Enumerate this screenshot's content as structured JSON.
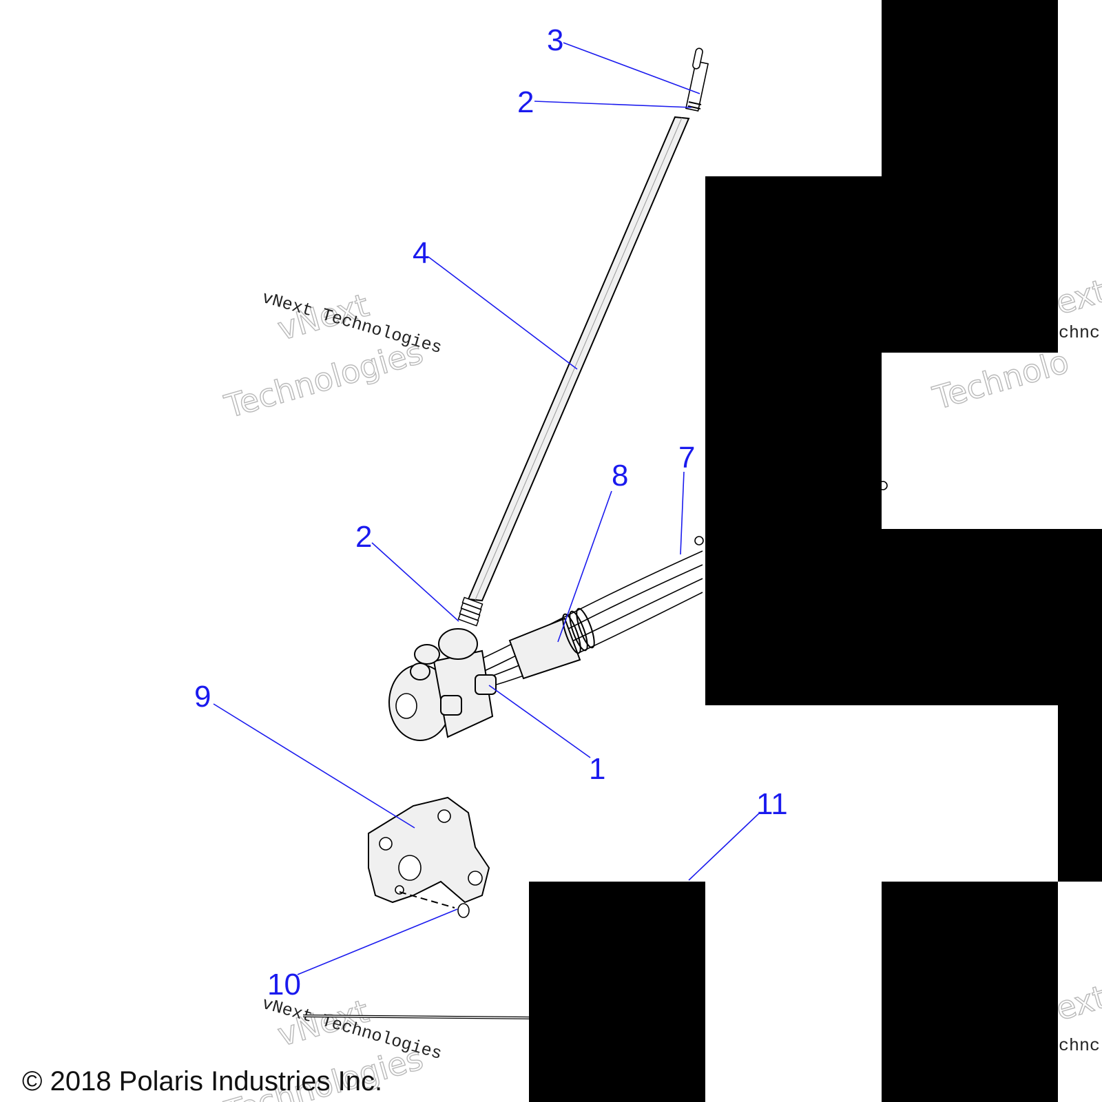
{
  "callouts": {
    "c1": "1",
    "c2a": "2",
    "c2b": "2",
    "c3": "3",
    "c4": "4",
    "c7": "7",
    "c8": "8",
    "c9": "9",
    "c10": "10",
    "c11": "11"
  },
  "watermark": {
    "outline_line1": "vNext",
    "outline_line2": "Technologies",
    "mono_line": "vNext Technologies",
    "partial_line1": "ext",
    "partial_line2": "chnc",
    "partial_line3": "Technolo"
  },
  "copyright": "© 2018 Polaris Industries Inc.",
  "colors": {
    "callout": "#1a1aee",
    "redaction": "#000000"
  }
}
